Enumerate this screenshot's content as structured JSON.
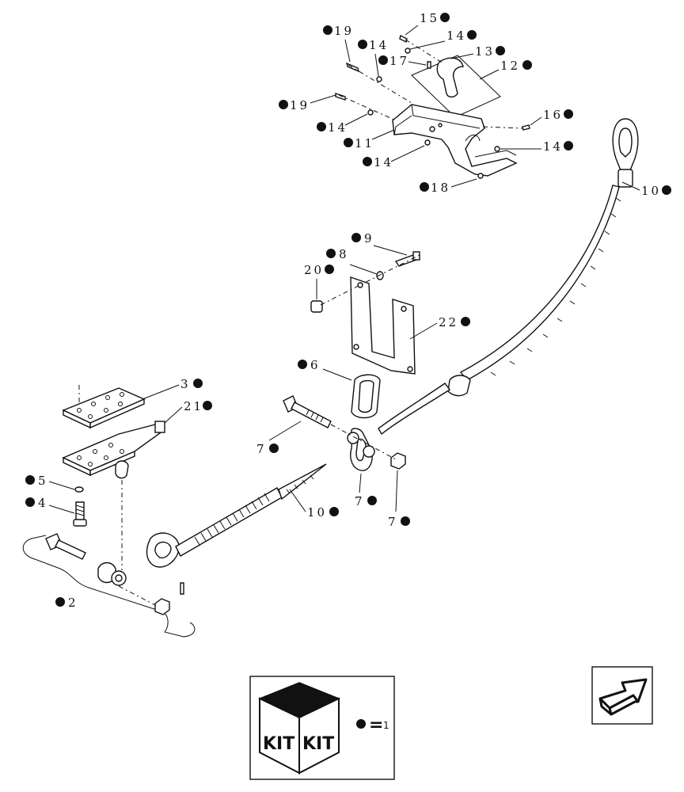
{
  "callouts": [
    {
      "id": "c15",
      "label": "15"
    },
    {
      "id": "c14a",
      "label": "14"
    },
    {
      "id": "c19a",
      "label": "19"
    },
    {
      "id": "c14b",
      "label": "14"
    },
    {
      "id": "c17",
      "label": "17"
    },
    {
      "id": "c13",
      "label": "13"
    },
    {
      "id": "c12",
      "label": "12"
    },
    {
      "id": "c19b",
      "label": "19"
    },
    {
      "id": "c14c",
      "label": "14"
    },
    {
      "id": "c11",
      "label": "11"
    },
    {
      "id": "c16",
      "label": "16"
    },
    {
      "id": "c14d",
      "label": "14"
    },
    {
      "id": "c14e",
      "label": "14"
    },
    {
      "id": "c18",
      "label": "18"
    },
    {
      "id": "c10a",
      "label": "10"
    },
    {
      "id": "c9",
      "label": "9"
    },
    {
      "id": "c8",
      "label": "8"
    },
    {
      "id": "c20",
      "label": "20"
    },
    {
      "id": "c22",
      "label": "22"
    },
    {
      "id": "c6",
      "label": "6"
    },
    {
      "id": "c3",
      "label": "3"
    },
    {
      "id": "c21",
      "label": "21"
    },
    {
      "id": "c7a",
      "label": "7"
    },
    {
      "id": "c7b",
      "label": "7"
    },
    {
      "id": "c7c",
      "label": "7"
    },
    {
      "id": "c5",
      "label": "5"
    },
    {
      "id": "c4",
      "label": "4"
    },
    {
      "id": "c10b",
      "label": "10"
    },
    {
      "id": "c2",
      "label": "2"
    }
  ],
  "legend": {
    "kit_left": "KIT",
    "kit_right": "KIT",
    "equals": "=",
    "value": "1"
  },
  "icons": {
    "kit_box": "kit-box-icon",
    "bullet": "kit-bullet-icon",
    "next_page": "next-page-arrow-icon"
  }
}
